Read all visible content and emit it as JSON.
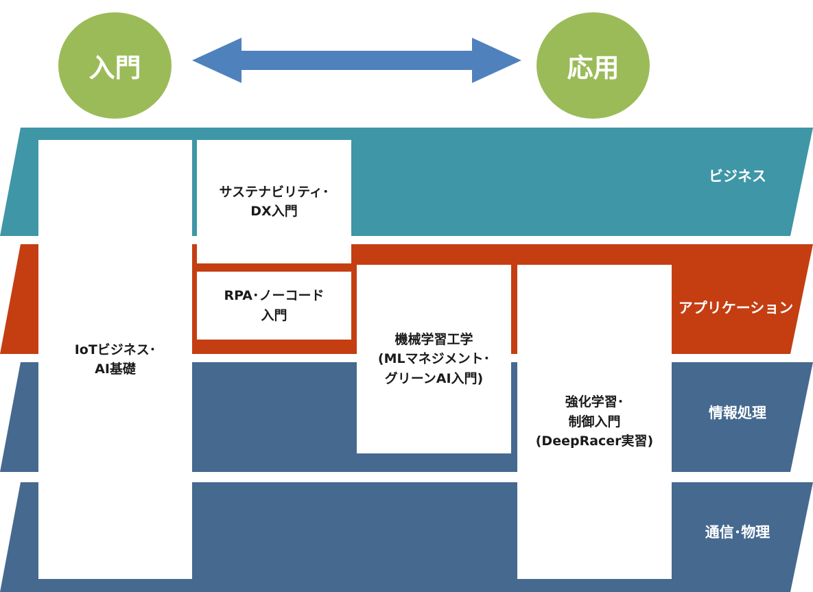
{
  "header": {
    "left_circle": "入門",
    "right_circle": "応用"
  },
  "layers": {
    "business": "ビジネス",
    "application": "アプリケーション",
    "info": "情報処理",
    "comm": "通信･物理"
  },
  "courses": {
    "iot": [
      "IoTビジネス･",
      "AI基礎"
    ],
    "sustain": [
      "サステナビリティ･",
      "DX入門"
    ],
    "rpa": [
      "RPA･ノーコード",
      "入門"
    ],
    "ml": [
      "機械学習工学",
      "(MLマネジメント･",
      "グリーンAI入門)"
    ],
    "rl": [
      "強化学習･",
      "制御入門",
      "(DeepRacer実習)"
    ]
  },
  "colors": {
    "circle": "#9bbb59",
    "arrow": "#4f81bd",
    "business": "#3e96a6",
    "application": "#c43e12",
    "info": "#46698f",
    "comm": "#46698f"
  }
}
